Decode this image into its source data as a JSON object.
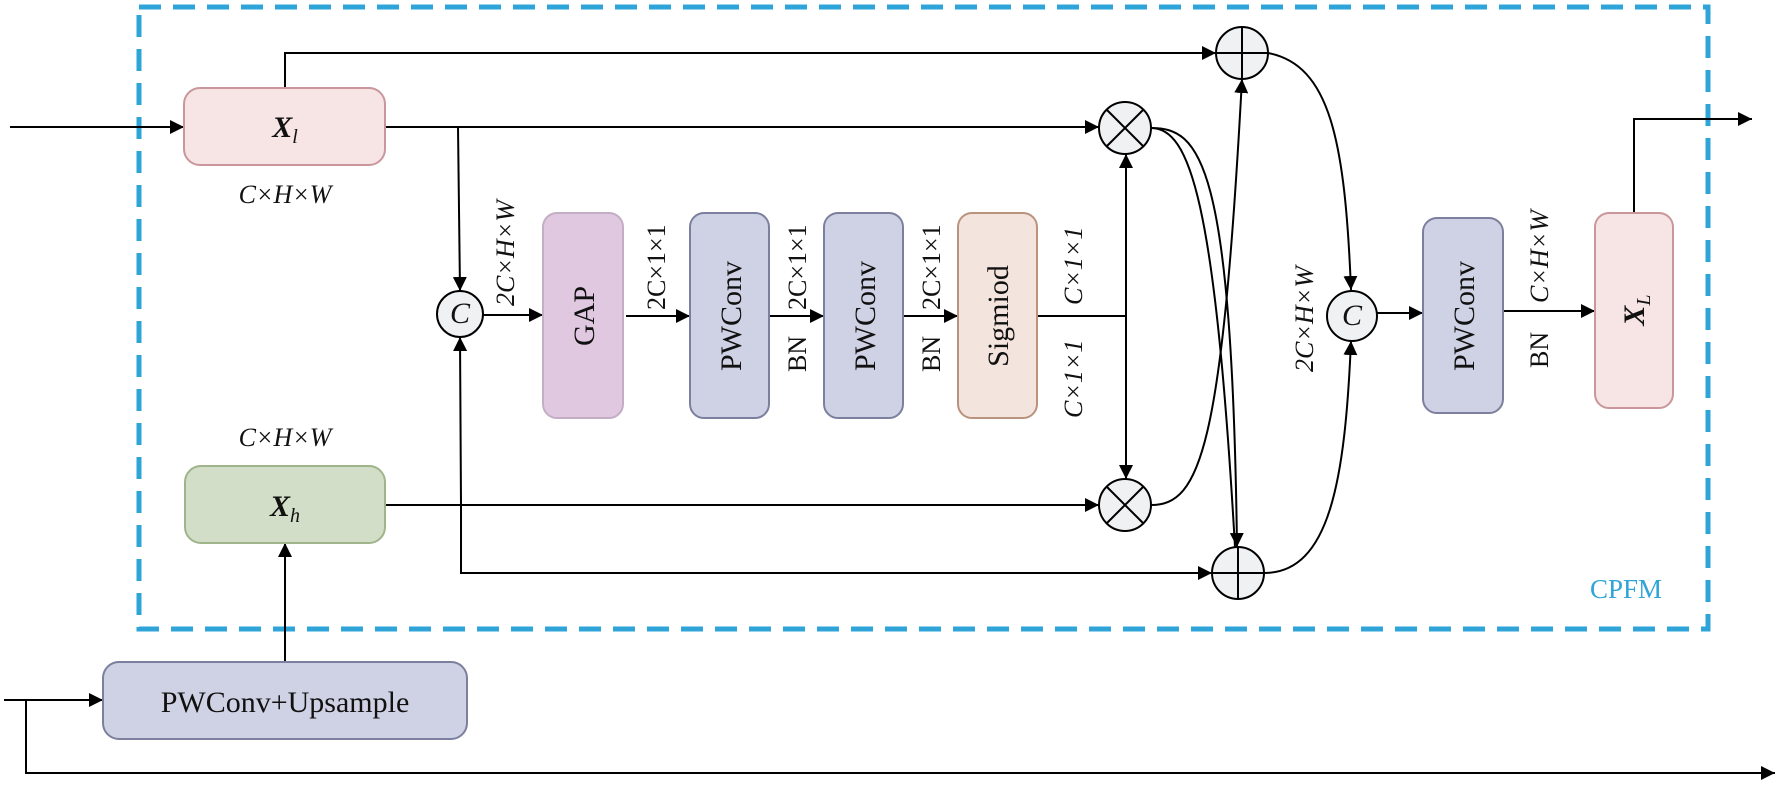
{
  "module_label": "CPFM",
  "colors": {
    "dashed_border": "#2fa4d8",
    "xl_fill": "#f7e4e5",
    "xl_stroke": "#c9979b",
    "xh_fill": "#d3dec8",
    "xh_stroke": "#9fb48a",
    "gap_fill": "#e0c8e0",
    "gap_stroke": "#c4aec6",
    "pwconv_fill": "#cfd2e4",
    "pwconv_stroke": "#7c809e",
    "sigmoid_fill": "#f3e5de",
    "sigmoid_stroke": "#b9937d"
  },
  "nodes": {
    "xl": {
      "main": "X",
      "sub": "l"
    },
    "xh": {
      "main": "X",
      "sub": "h"
    },
    "xL": {
      "main": "X",
      "sub": "L"
    },
    "gap": "GAP",
    "pwconv1": "PWConv",
    "pwconv2": "PWConv",
    "sigmoid": "Sigmiod",
    "pwconv_out": "PWConv",
    "pwconv_upsample": "PWConv+Upsample",
    "concat_symbol": "C"
  },
  "labels": {
    "xl_dim": "C×H×W",
    "xh_dim": "C×H×W",
    "concat_out_dim": "2C×H×W",
    "gap_out_dim": "2C×1×1",
    "pw1_out_dim": "2C×1×1",
    "pw1_bn": "BN",
    "pw2_out_dim": "2C×1×1",
    "pw2_bn": "BN",
    "sig_out_top": "C×1×1",
    "sig_out_bottom": "C×1×1",
    "concat2_in_dim": "2C×H×W",
    "pwout_dim": "C×H×W",
    "pwout_bn": "BN"
  }
}
